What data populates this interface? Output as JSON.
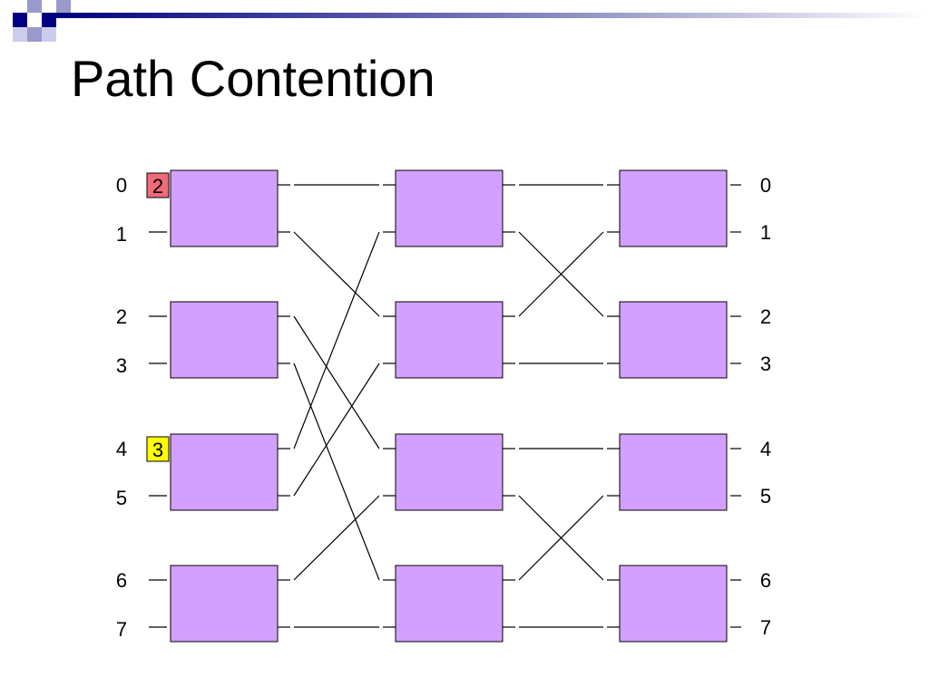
{
  "slide": {
    "title": "Path Contention"
  },
  "network": {
    "input_labels": [
      "0",
      "1",
      "2",
      "3",
      "4",
      "5",
      "6",
      "7"
    ],
    "output_labels": [
      "0",
      "1",
      "2",
      "3",
      "4",
      "5",
      "6",
      "7"
    ],
    "switch_color": "#d3a0ff",
    "message_packets": [
      {
        "label": "2",
        "input_port": 0,
        "color": "#f06a7a"
      },
      {
        "label": "3",
        "input_port": 4,
        "color": "#ffff00"
      }
    ],
    "stage1_to_stage2": [
      0,
      2,
      4,
      6,
      1,
      3,
      5,
      7
    ],
    "stage2_to_stage3": [
      0,
      2,
      1,
      3,
      4,
      6,
      5,
      7
    ]
  },
  "colors": {
    "accent": "#000080",
    "accent_light": "#9999cc",
    "line": "#000000"
  }
}
